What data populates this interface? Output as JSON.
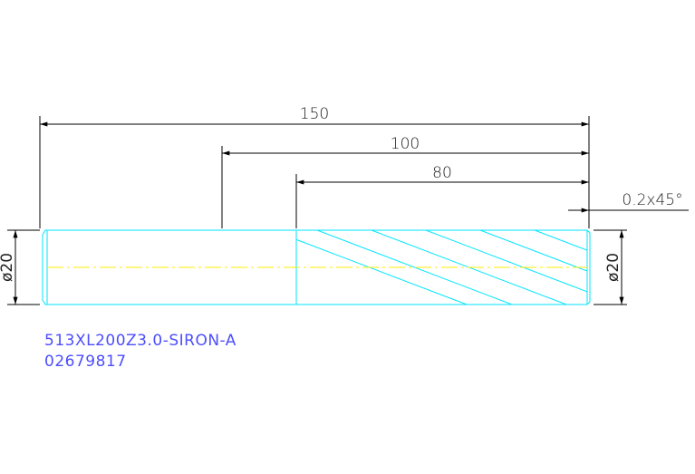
{
  "dimensions": {
    "overall_length": "150",
    "length_100": "100",
    "length_80": "80",
    "chamfer": "0.2x45°",
    "diameter_left": "ø20",
    "diameter_right": "ø20"
  },
  "part_label": {
    "line1": "513XL200Z3.0-SIRON-A",
    "line2": "02679817"
  },
  "colors": {
    "dimension_lines": "#000000",
    "part_outline": "#00e5ff",
    "centerline": "#ffee00",
    "label_text": "#4d4dff",
    "dimension_text": "#202020"
  }
}
